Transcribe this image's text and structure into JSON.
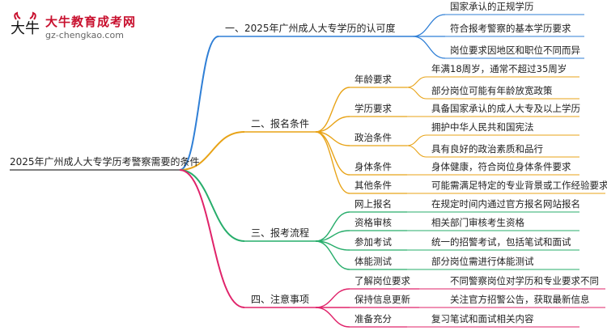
{
  "logo": {
    "title": "大牛教育成考网",
    "url": "gz-chengkao.com",
    "colors": {
      "primary": "#c8102e",
      "secondary": "#666666"
    }
  },
  "root": {
    "label": "2025年广州成人大专学历考警察需要的条件"
  },
  "colors": {
    "b1": "#2f7fd6",
    "b2": "#e8a317",
    "b3": "#27ad6b",
    "b4": "#e0236a"
  },
  "branches": [
    {
      "label": "一、2025年广州成人大专学历的认可度",
      "items": [
        {
          "label": "国家承认的正规学历"
        },
        {
          "label": "符合报考警察的基本学历要求"
        },
        {
          "label": "岗位要求因地区和职位不同而异"
        }
      ]
    },
    {
      "label": "二、报名条件",
      "items": [
        {
          "label": "年龄要求",
          "leaves": [
            "年满18周岁，通常不超过35周岁",
            "部分岗位可能有年龄放宽政策"
          ]
        },
        {
          "label": "学历要求",
          "leaves": [
            "具备国家承认的成人大专及以上学历"
          ]
        },
        {
          "label": "政治条件",
          "leaves": [
            "拥护中华人民共和国宪法",
            "具有良好的政治素质和品行"
          ]
        },
        {
          "label": "身体条件",
          "leaves": [
            "身体健康，符合岗位身体条件要求"
          ]
        },
        {
          "label": "其他条件",
          "leaves": [
            "可能需满足特定的专业背景或工作经验要求"
          ]
        }
      ]
    },
    {
      "label": "三、报考流程",
      "items": [
        {
          "label": "网上报名",
          "leaves": [
            "在规定时间内通过官方报名网站报名"
          ]
        },
        {
          "label": "资格审核",
          "leaves": [
            "相关部门审核考生资格"
          ]
        },
        {
          "label": "参加考试",
          "leaves": [
            "统一的招警考试，包括笔试和面试"
          ]
        },
        {
          "label": "体能测试",
          "leaves": [
            "部分岗位需进行体能测试"
          ]
        }
      ]
    },
    {
      "label": "四、注意事项",
      "items": [
        {
          "label": "了解岗位要求",
          "leaves": [
            "不同警察岗位对学历和专业要求不同"
          ]
        },
        {
          "label": "保持信息更新",
          "leaves": [
            "关注官方招警公告，获取最新信息"
          ]
        },
        {
          "label": "准备充分",
          "leaves": [
            "复习笔试和面试相关内容"
          ]
        }
      ]
    }
  ]
}
